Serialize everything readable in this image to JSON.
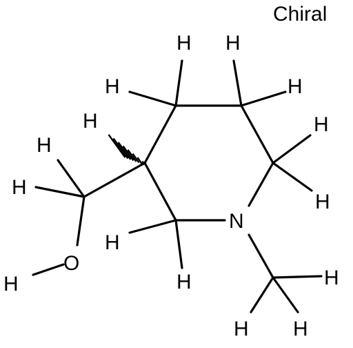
{
  "annotation": "Chiral",
  "atoms": {
    "nitrogen": "N",
    "oxygen": "O",
    "hydrogen": "H"
  }
}
